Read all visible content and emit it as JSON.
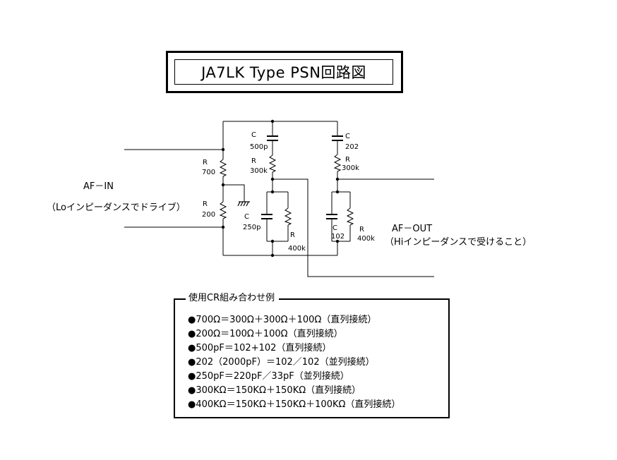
{
  "title": "JA7LK  Type  PSN回路図",
  "labels": {
    "af_in": "AF－IN",
    "af_in_note": "（Loインピーダンスでドライブ）",
    "af_out": "AF－OUT",
    "af_out_note": "（Hiインピーダンスで受けること）"
  },
  "components": {
    "r700": {
      "name": "R",
      "value": "700"
    },
    "r200": {
      "name": "R",
      "value": "200"
    },
    "c500p": {
      "name": "C",
      "value": "500p"
    },
    "r300k_a": {
      "name": "R",
      "value": "300k"
    },
    "c250p": {
      "name": "C",
      "value": "250p"
    },
    "r400k_a": {
      "name": "R",
      "value": "400k"
    },
    "c202": {
      "name": "C",
      "value": "202"
    },
    "r300k_b": {
      "name": "R",
      "value": "300k"
    },
    "c102": {
      "name": "C",
      "value": "102"
    },
    "r400k_b": {
      "name": "R",
      "value": "400k"
    }
  },
  "legend": {
    "title": "使用CR組み合わせ例",
    "items": [
      "●700Ω＝300Ω＋300Ω＋100Ω（直列接続）",
      "●200Ω＝100Ω＋100Ω（直列接続）",
      "●500pF＝102+102（直列接続）",
      "●202（2000pF）＝102／102（並列接続）",
      "●250pF＝220pF／33pF（並列接続）",
      "●300KΩ＝150KΩ＋150KΩ（直列接続）",
      "●400KΩ＝150KΩ＋150KΩ＋100KΩ（直列接続）"
    ]
  }
}
